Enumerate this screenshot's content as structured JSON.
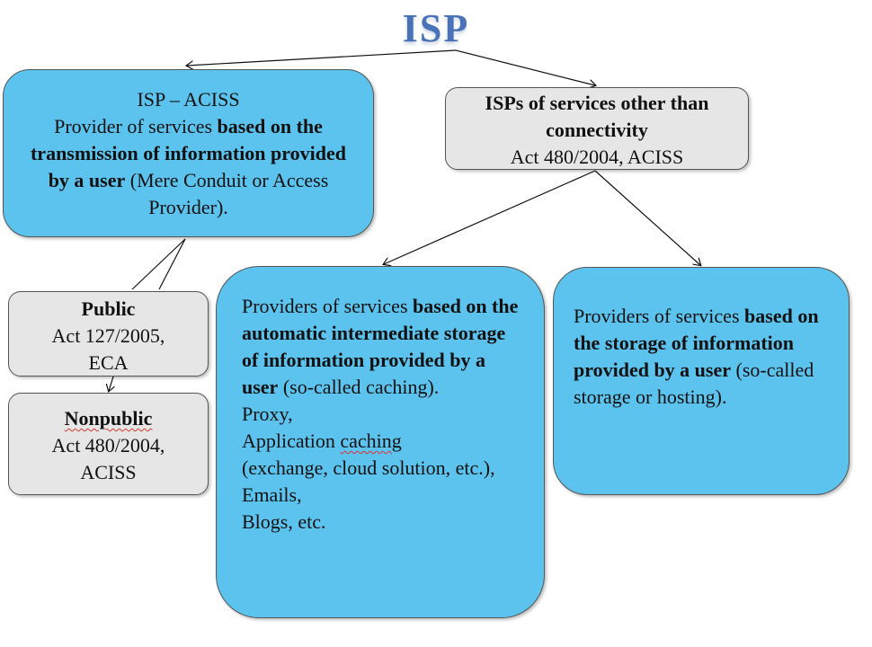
{
  "title": "ISP",
  "boxes": {
    "isp_aciss": {
      "line1": "ISP – ACISS",
      "pre": "Provider of services ",
      "bold": "based on the transmission of information provided by a user",
      "post": " (Mere Conduit or Access Provider)."
    },
    "other_isps": {
      "bold": "ISPs of services other than connectivity",
      "line2": "Act 480/2004, ACISS"
    },
    "public": {
      "bold": "Public",
      "line2": "Act 127/2005, ECA"
    },
    "nonpublic": {
      "bold": "Nonpublic",
      "line2": "Act 480/2004, ACISS"
    },
    "caching": {
      "pre": "Providers of services ",
      "bold": "based on the automatic intermediate storage of information provided by a user",
      "post": " (so-called caching).",
      "items": [
        "Proxy,",
        "Application caching",
        "(exchange, cloud solution, etc.),",
        "Emails,",
        "Blogs, etc."
      ]
    },
    "hosting": {
      "pre": "Providers of services ",
      "bold": "based on the storage of information provided by a user",
      "post": " (so-called storage or hosting)."
    }
  },
  "colors": {
    "blue_box": "#5bc3ee",
    "grey_box": "#e6e6e6",
    "title": "#4a72b8",
    "connector": "#111111"
  }
}
